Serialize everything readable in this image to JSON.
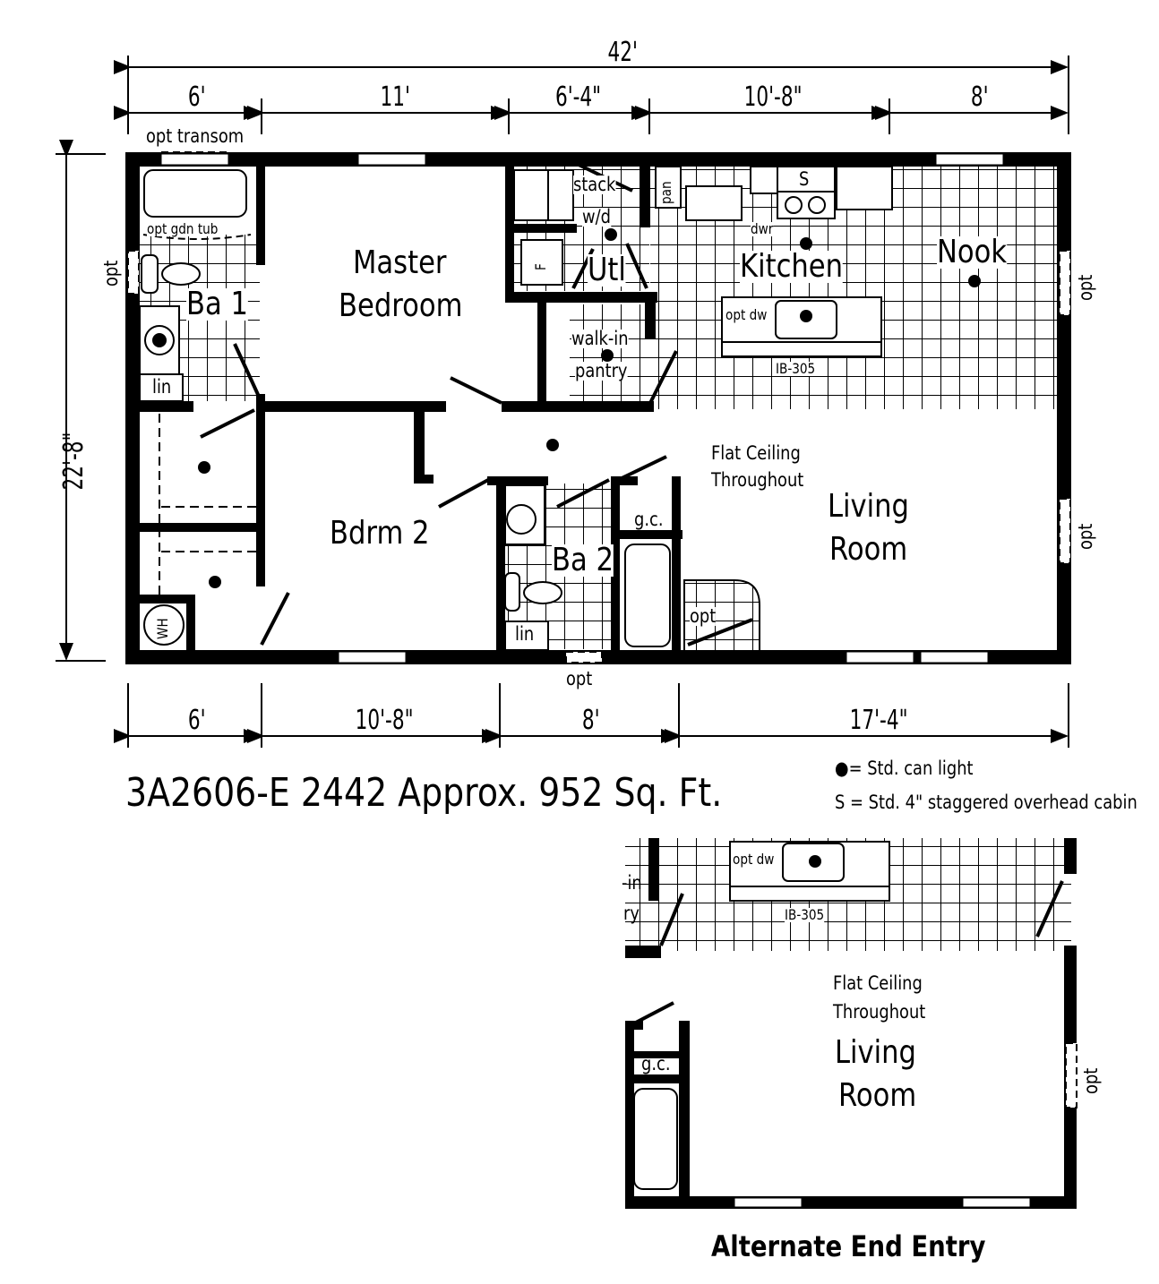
{
  "plan": {
    "model_title": "3A2606-E 2442 Approx. 952 Sq. Ft.",
    "overall_width": "42'",
    "overall_depth": "22'-8\"",
    "top_dimensions": [
      "6'",
      "11'",
      "6'-4\"",
      "10'-8\"",
      "8'"
    ],
    "bottom_dimensions": [
      "6'",
      "10'-8\"",
      "8'",
      "17'-4\""
    ],
    "ceiling_note": [
      "Flat Ceiling",
      "Throughout"
    ],
    "rooms": {
      "master_bedroom": [
        "Master",
        "Bedroom"
      ],
      "bath_1": "Ba 1",
      "bedroom_2": "Bdrm 2",
      "bath_2": "Ba 2",
      "kitchen": "Kitchen",
      "nook": "Nook",
      "utility": "Utl",
      "walk_in_pantry": [
        "walk-in",
        "pantry"
      ],
      "living_room": [
        "Living",
        "Room"
      ]
    },
    "fixtures": {
      "opt_transom": "opt transom",
      "opt_gdn_tub": "opt gdn tub",
      "linen_1": "lin",
      "linen_2": "lin",
      "stack_wd": [
        "stack",
        "w/d"
      ],
      "pantry_cab": "pan",
      "stove_cabinet": "S",
      "drawer": "dwr",
      "opt_dishwasher": "opt dw",
      "island": "IB-305",
      "furnace": "F",
      "water_heater": "WH",
      "guest_closet": "g.c."
    },
    "option_labels": {
      "left_window": "opt",
      "right_window_nook": "opt",
      "right_window_living": "opt",
      "bottom_window_bath": "opt",
      "entry_opt": "opt"
    }
  },
  "legend": {
    "can_light_symbol": "●",
    "can_light": "= Std. can light",
    "overhead_cabinet": "S = Std. 4\" staggered overhead cabin"
  },
  "alternate": {
    "title": "Alternate End Entry",
    "ceiling_note": [
      "Flat Ceiling",
      "Throughout"
    ],
    "living_room": [
      "Living",
      "Room"
    ],
    "guest_closet": "g.c.",
    "opt_dishwasher": "opt dw",
    "island": "IB-305",
    "right_window": "opt",
    "partial_labels": [
      "-in",
      "ry"
    ]
  }
}
